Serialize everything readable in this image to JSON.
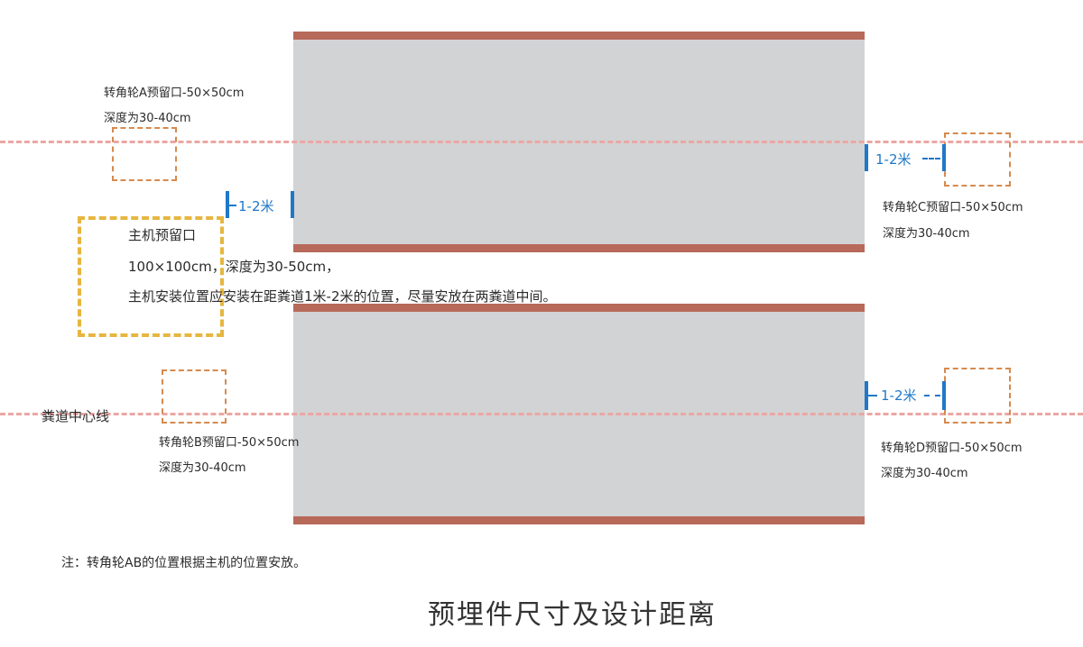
{
  "wheel_a": {
    "label": "转角轮A预留口-50×50cm",
    "depth": "深度为30-40cm"
  },
  "wheel_b": {
    "label": "转角轮B预留口-50×50cm",
    "depth": "深度为30-40cm"
  },
  "wheel_c": {
    "label": "转角轮C预留口-50×50cm",
    "depth": "深度为30-40cm"
  },
  "wheel_d": {
    "label": "转角轮D预留口-50×50cm",
    "depth": "深度为30-40cm"
  },
  "host": {
    "title": "主机预留口",
    "size": "100×100cm，深度为30-50cm，",
    "placement": "主机安装位置应安装在距粪道1米-2米的位置，尽量安放在两粪道中间。"
  },
  "dimension_label": "1-2米",
  "centerline_label": "粪道中心线",
  "note": "注：转角轮AB的位置根据主机的位置安放。",
  "caption": "预埋件尺寸及设计距离",
  "colors": {
    "lane": "#d2d3d5",
    "lane_edge": "#b7695a",
    "centerline": "#eba7a4",
    "wheel_box": "#d58a4f",
    "host_box": "#e6b640",
    "dimension": "#1f78c8"
  }
}
